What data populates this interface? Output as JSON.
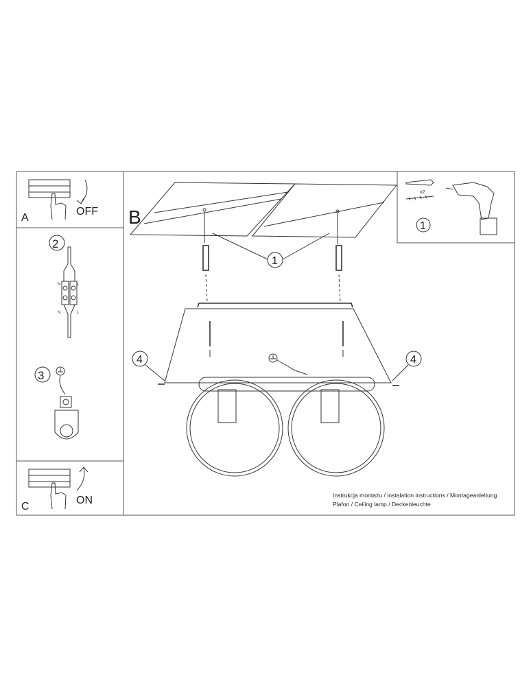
{
  "panel_a": {
    "letter": "A",
    "action": "OFF"
  },
  "step_2": {
    "number": "2",
    "labels": [
      "N",
      "L",
      "N",
      "L"
    ]
  },
  "step_3": {
    "number": "3"
  },
  "panel_c": {
    "letter": "C",
    "action": "ON"
  },
  "main": {
    "letter": "B",
    "callout_1": "1",
    "callout_4_left": "4",
    "callout_4_right": "4"
  },
  "tools": {
    "quantity": "x2",
    "callout": "1"
  },
  "caption": {
    "line1": "Instrukcja montażu / instalation instructions / Montageanleitung",
    "line2": "Plafon / Ceiling lamp / Deckenleuchte"
  }
}
